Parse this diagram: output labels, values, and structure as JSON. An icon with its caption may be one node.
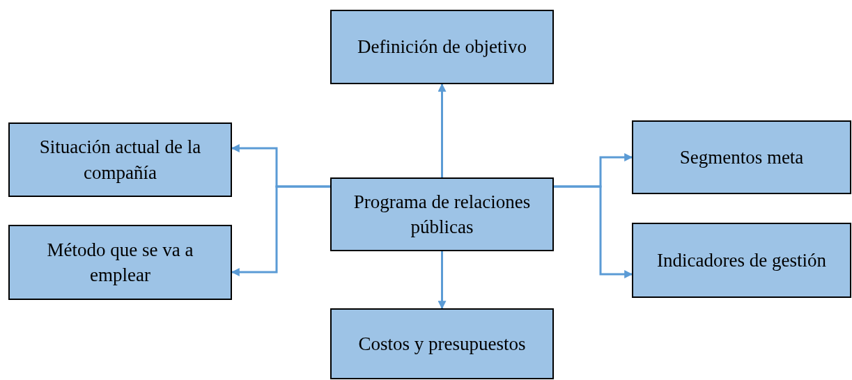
{
  "diagram": {
    "nodes": [
      {
        "text": [
          "Definición de objetivo"
        ]
      },
      {
        "text": [
          "Situación actual de la compañía"
        ]
      },
      {
        "text": [
          "Segmentos meta"
        ]
      },
      {
        "text": [
          "Programa de relaciones públicas"
        ]
      },
      {
        "text": [
          "Método que se va a emplear"
        ]
      },
      {
        "text": [
          "Indicadores de gestión"
        ]
      },
      {
        "text": [
          "Costos y presupuestos"
        ]
      }
    ],
    "edges": [
      {
        "from": 3,
        "to": 0,
        "arrow": "to"
      },
      {
        "from": 3,
        "to": 1,
        "arrow": "to"
      },
      {
        "from": 3,
        "to": 2,
        "arrow": "to"
      },
      {
        "from": 3,
        "to": 4,
        "arrow": "to"
      },
      {
        "from": 3,
        "to": 5,
        "arrow": "to"
      },
      {
        "from": 3,
        "to": 6,
        "arrow": "to"
      }
    ]
  }
}
